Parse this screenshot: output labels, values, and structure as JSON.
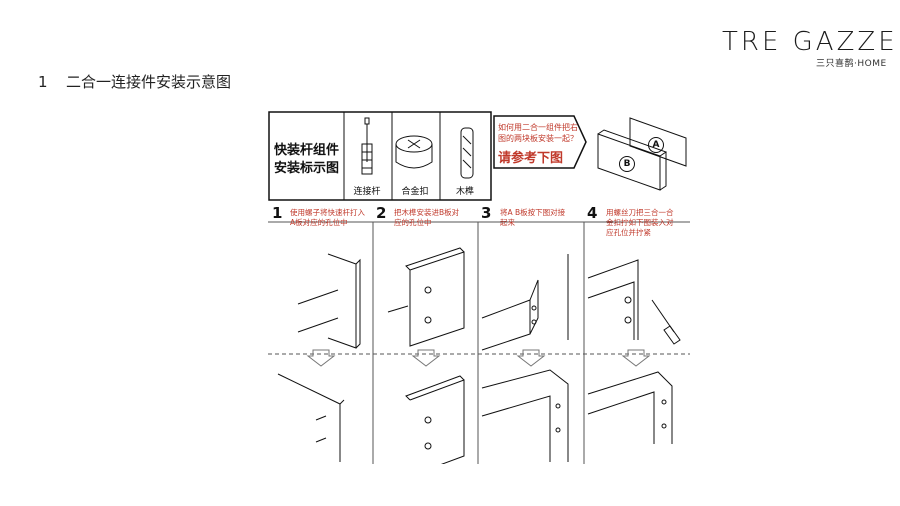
{
  "brand": {
    "name": "TRE GAZZE",
    "tagline": "三只喜鹊·HOME",
    "stripe_colors": [
      "#2e8b57",
      "#ffffff",
      "#d0312d"
    ]
  },
  "heading": {
    "number": "1",
    "title": "二合一连接件安装示意图"
  },
  "diagram": {
    "header_title_line1": "快装杆组件",
    "header_title_line2": "安装标示图",
    "parts": [
      {
        "label": "连接杆"
      },
      {
        "label": "合金扣"
      },
      {
        "label": "木榫"
      }
    ],
    "question": "如何用二合一组件把右图的两块板安装一起？",
    "cta": "请参考下图",
    "board_tags": [
      "A",
      "B"
    ],
    "steps": [
      {
        "number": "1",
        "text": "使用螺子将快速杆打入A板对应的孔位中"
      },
      {
        "number": "2",
        "text": "把木榫安装进B板对应的孔位中"
      },
      {
        "number": "3",
        "text": "将A B板按下图对接起来"
      },
      {
        "number": "4",
        "text": "用螺丝刀把三合一合金扣拧如下图装入对应孔位并拧紧"
      }
    ],
    "accent_color": "#c0392b"
  }
}
